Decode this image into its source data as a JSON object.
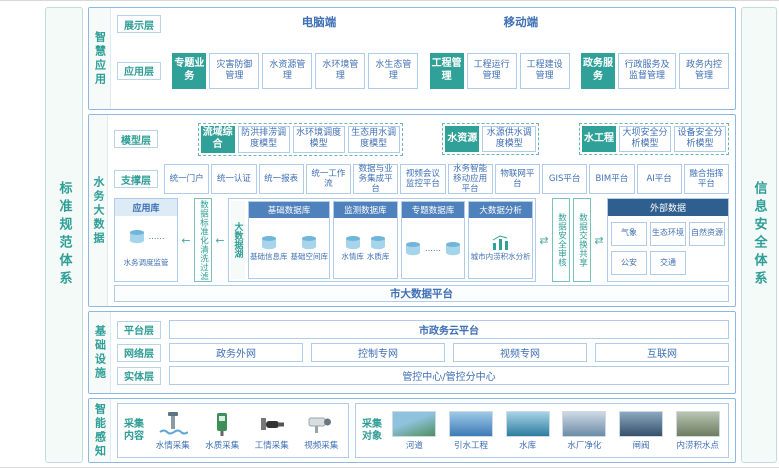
{
  "sides": {
    "left": "标准规范体系",
    "right": "信息安全体系"
  },
  "glyphs": {
    "arrow_left": "←",
    "arrow_both": "⇄",
    "ellipsis": "……"
  },
  "colors": {
    "teal": "#2fa198",
    "blue": "#3f6fb4",
    "db_header": "#4f81bd",
    "ext_header": "#2f5f8f"
  },
  "smart_app": {
    "label": "智慧应用",
    "display": {
      "label": "展示层",
      "pc": "电脑端",
      "mobile": "移动端"
    },
    "app": {
      "label": "应用层",
      "g1": {
        "tag": "专题业务",
        "items": [
          "灾害防御管理",
          "水资源管理",
          "水环境管理",
          "水生态管理"
        ]
      },
      "g2": {
        "tag": "工程管理",
        "items": [
          "工程运行管理",
          "工程建设管理"
        ]
      },
      "g3": {
        "tag": "政务服务",
        "items": [
          "行政服务及监督管理",
          "政务内控管理"
        ]
      }
    }
  },
  "big_data": {
    "label": "水务大数据",
    "model": {
      "label": "模型层",
      "g1": {
        "tag": "流域综合",
        "items": [
          "防洪排涝调度模型",
          "水环境调度模型",
          "生态用水调度模型"
        ]
      },
      "g2": {
        "tag": "水资源",
        "items": [
          "水源供水调度模型"
        ]
      },
      "g3": {
        "tag": "水工程",
        "items": [
          "大坝安全分析模型",
          "设备安全分析模型"
        ]
      }
    },
    "support": {
      "label": "支撑层",
      "items": [
        "统一门户",
        "统一认证",
        "统一报表",
        "统一工作流",
        "数据与业务集成平台",
        "视频会议监控平台",
        "水务智能移动应用平台",
        "物联网平台",
        "GIS平台",
        "BIM平台",
        "AI平台",
        "融合指挥平台"
      ]
    },
    "flow": {
      "app_store": {
        "title": "应用库",
        "item": "水务调度监管"
      },
      "cleanse": "数据标准化清洗过滤",
      "lake": {
        "label": "大数据湖",
        "db1": {
          "title": "基础数据库",
          "labels": [
            "基础信息库",
            "基础空间库"
          ]
        },
        "db2": {
          "title": "监测数据库",
          "labels": [
            "水情库",
            "水质库"
          ]
        },
        "db3": {
          "title": "专题数据库"
        },
        "analysis": {
          "title": "大数据分析",
          "item": "城市内涝积水分析"
        }
      },
      "audit": "数据安全审核",
      "exchange": "数据交换共享",
      "external": {
        "title": "外部数据",
        "row1": [
          "气象",
          "生态环境",
          "自然资源"
        ],
        "row2": [
          "公安",
          "交通"
        ]
      }
    },
    "platform_bar": "市大数据平台"
  },
  "infra": {
    "label": "基础设施",
    "platform": {
      "label": "平台层",
      "item": "市政务云平台"
    },
    "network": {
      "label": "网络层",
      "items": [
        "政务外网",
        "控制专网",
        "视频专网",
        "互联网"
      ]
    },
    "entity": {
      "label": "实体层",
      "item": "管控中心/管控分中心"
    }
  },
  "sensing": {
    "label": "智能感知",
    "content": {
      "label": "采集内容",
      "items": [
        "水情采集",
        "水质采集",
        "工情采集",
        "视频采集"
      ]
    },
    "objects": {
      "label": "采集对象",
      "items": [
        "河道",
        "引水工程",
        "水库",
        "水厂净化",
        "闸阀",
        "内涝积水点"
      ]
    }
  }
}
